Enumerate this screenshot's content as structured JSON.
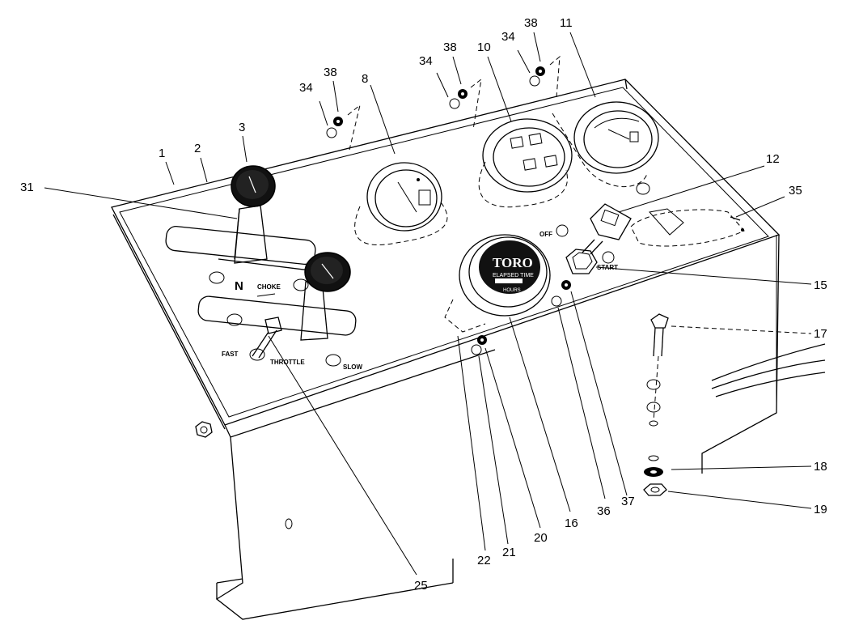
{
  "panel_markings": {
    "off": "OFF",
    "start": "START",
    "choke": "CHOKE",
    "fast": "FAST",
    "throttle": "THROTTLE",
    "slow": "SLOW",
    "choke_symbol": "N",
    "brand_top": "TORO",
    "brand_sub": "ELAPSED TIME",
    "brand_unit": "HOURS"
  },
  "callouts": [
    "1",
    "2",
    "3",
    "31",
    "34",
    "38",
    "8",
    "34",
    "38",
    "10",
    "34",
    "38",
    "11",
    "12",
    "35",
    "15",
    "17",
    "18",
    "19",
    "37",
    "36",
    "16",
    "20",
    "21",
    "22",
    "25"
  ]
}
